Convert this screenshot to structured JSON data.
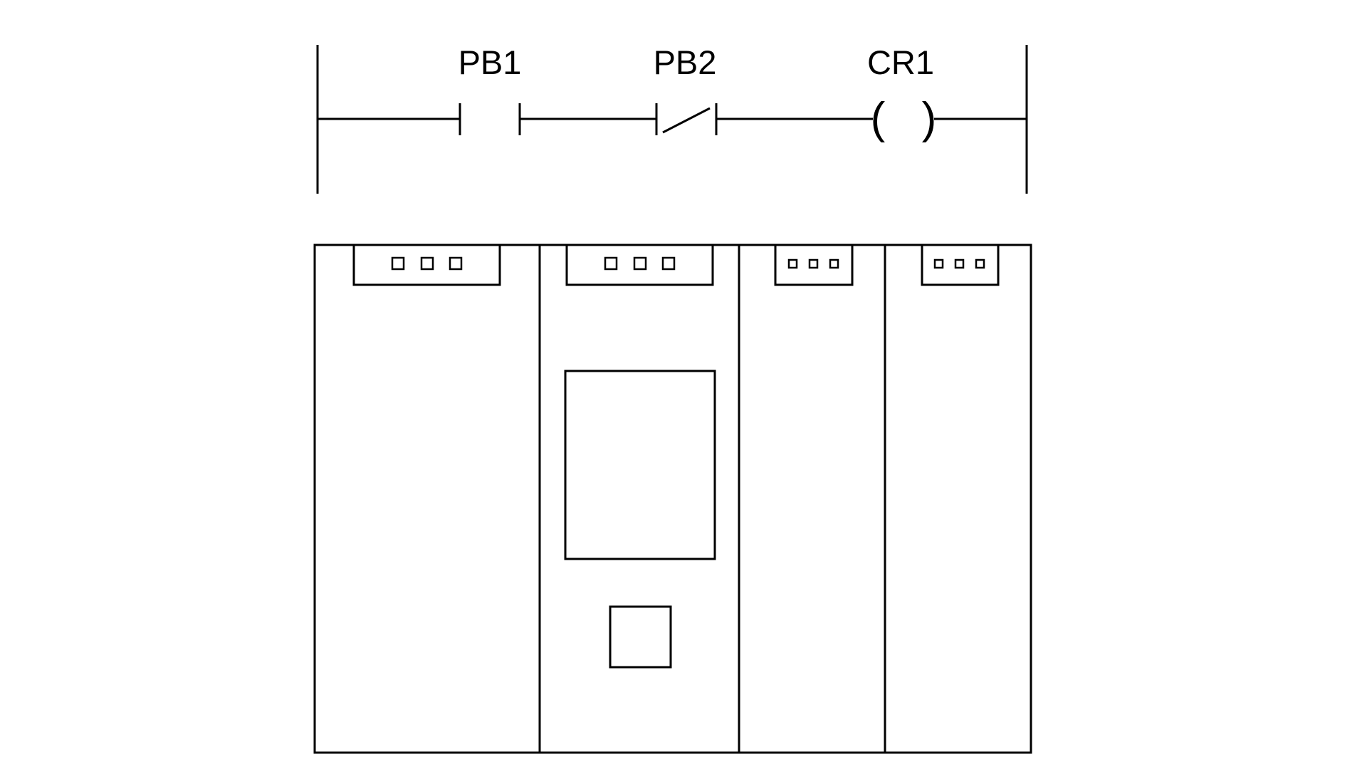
{
  "ladder_rung": {
    "contacts": [
      {
        "id": "pb1",
        "label": "PB1",
        "type": "normally-open"
      },
      {
        "id": "pb2",
        "label": "PB2",
        "type": "normally-closed"
      }
    ],
    "coil": {
      "id": "cr1",
      "label": "CR1",
      "open_paren": "(",
      "close_paren": ")"
    }
  },
  "plc_rack": {
    "modules": [
      {
        "id": "module-1",
        "connector_leds": 3
      },
      {
        "id": "module-2-cpu",
        "connector_leds": 3,
        "has_display": true,
        "has_button": true
      },
      {
        "id": "module-3",
        "connector_leds": 3
      },
      {
        "id": "module-4",
        "connector_leds": 3
      }
    ]
  },
  "colors": {
    "stroke": "#000000",
    "background": "#ffffff"
  }
}
